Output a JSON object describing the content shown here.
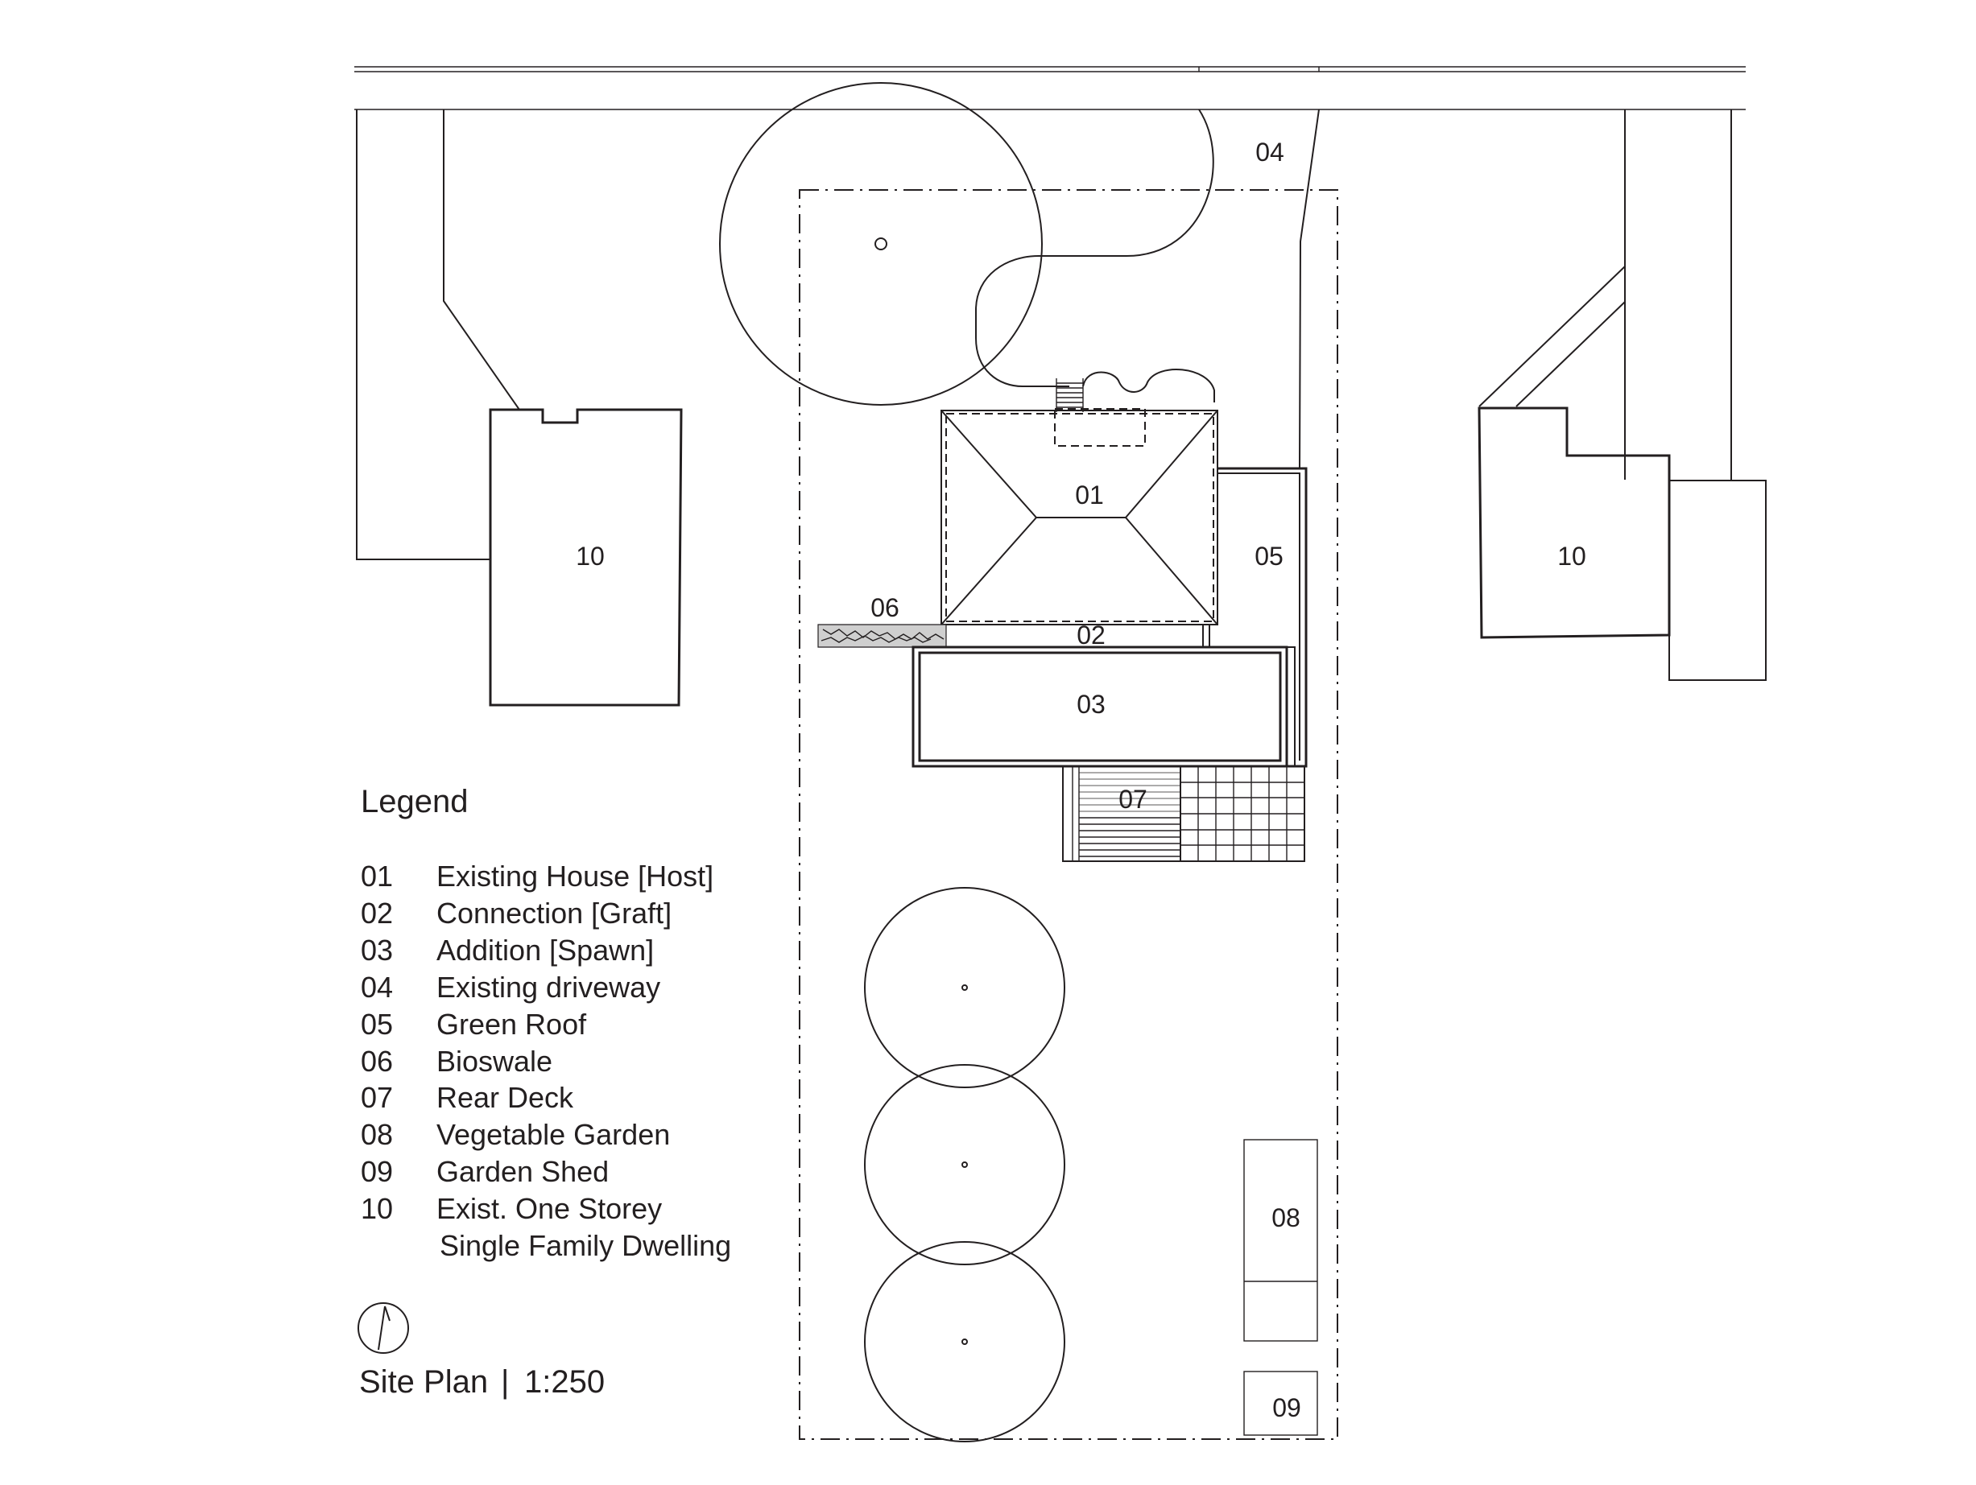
{
  "plan_labels": {
    "existing_house": "01",
    "connection": "02",
    "addition": "03",
    "driveway": "04",
    "green_roof": "05",
    "bioswale": "06",
    "rear_deck": "07",
    "vegetable_garden": "08",
    "garden_shed": "09",
    "neighbour_left": "10",
    "neighbour_right": "10"
  },
  "legend": {
    "title": "Legend",
    "items": [
      {
        "code": "01",
        "text": "Existing House [Host]"
      },
      {
        "code": "02",
        "text": "Connection [Graft]"
      },
      {
        "code": "03",
        "text": "Addition [Spawn]"
      },
      {
        "code": "04",
        "text": "Existing driveway"
      },
      {
        "code": "05",
        "text": "Green Roof"
      },
      {
        "code": "06",
        "text": "Bioswale"
      },
      {
        "code": "07",
        "text": "Rear Deck"
      },
      {
        "code": "08",
        "text": "Vegetable Garden"
      },
      {
        "code": "09",
        "text": "Garden Shed"
      },
      {
        "code": "10",
        "text": "Exist. One Storey"
      },
      {
        "code": "",
        "text": "Single Family Dwelling"
      }
    ]
  },
  "caption": {
    "title": "Site Plan",
    "separator": "|",
    "scale": "1:250"
  },
  "icons": {
    "north_arrow": "north-arrow-icon"
  },
  "colors": {
    "ink": "#231f20",
    "background": "#ffffff"
  }
}
